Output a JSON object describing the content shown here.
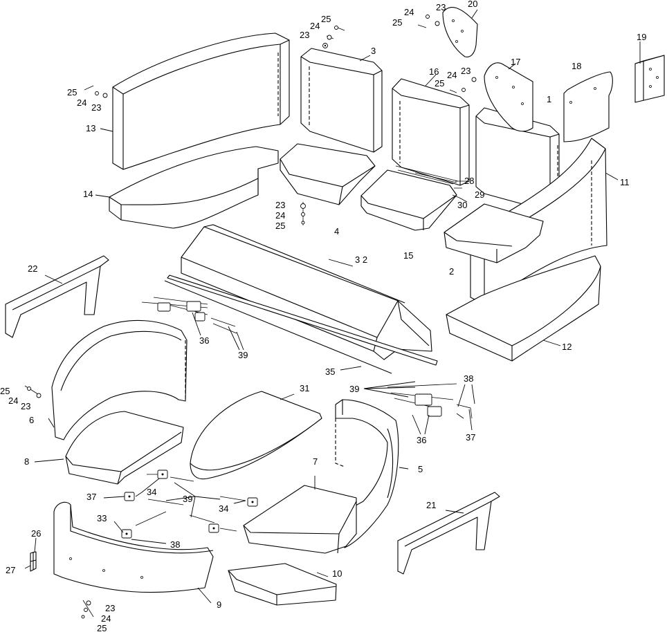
{
  "labels": {
    "l1": "1",
    "l2": "2",
    "l3": "3",
    "l4": "4",
    "l5": "5",
    "l6": "6",
    "l7": "7",
    "l8": "8",
    "l9": "9",
    "l10": "10",
    "l11": "11",
    "l12": "12",
    "l13": "13",
    "l14": "14",
    "l15": "15",
    "l16": "16",
    "l17": "17",
    "l18": "18",
    "l19": "19",
    "l20": "20",
    "l21": "21",
    "l22": "22",
    "l26": "26",
    "l27": "27",
    "l28": "28",
    "l29": "29",
    "l30": "30",
    "l31": "31",
    "l32": "3 2",
    "l33": "33",
    "l35": "35",
    "l23a": "23",
    "l24a": "24",
    "l25a": "25",
    "l23b": "23",
    "l24b": "24",
    "l25b": "25",
    "l23c": "23",
    "l24c": "24",
    "l25c": "25",
    "l23d": "23",
    "l24d": "24",
    "l25d": "25",
    "l23e": "23",
    "l24e": "24",
    "l25e": "25",
    "l23f": "23",
    "l24f": "24",
    "l25f": "25",
    "l23g": "23",
    "l24g": "24",
    "l25g": "25",
    "l34a": "34",
    "l34b": "34",
    "l36a": "36",
    "l36b": "36",
    "l37a": "37",
    "l37b": "37",
    "l38a": "38",
    "l38b": "38",
    "l39a": "39",
    "l39b": "39",
    "l39c": "39"
  }
}
